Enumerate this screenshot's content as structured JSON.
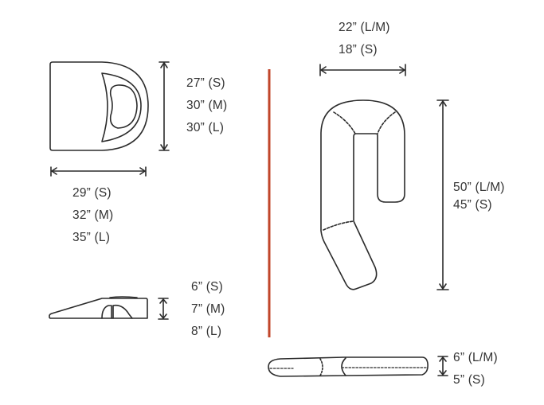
{
  "panels": {
    "seat_top_view": {
      "height_labels": [
        "27” (S)",
        "30” (M)",
        "30” (L)"
      ],
      "width_labels": [
        "29” (S)",
        "32” (M)",
        "35” (L)"
      ]
    },
    "seat_side_view": {
      "height_labels": [
        "6” (S)",
        "7” (M)",
        "8” (L)"
      ]
    },
    "body_pillow_top_view": {
      "width_labels": [
        "22” (L/M)",
        "18” (S)"
      ],
      "length_labels": [
        "50” (L/M)",
        "45” (S)"
      ]
    },
    "body_pillow_side_view": {
      "height_labels": [
        "6” (L/M)",
        "5” (S)"
      ]
    }
  },
  "colors": {
    "outline": "#2b2b2b",
    "divider": "#c0452a",
    "background": "#ffffff"
  }
}
